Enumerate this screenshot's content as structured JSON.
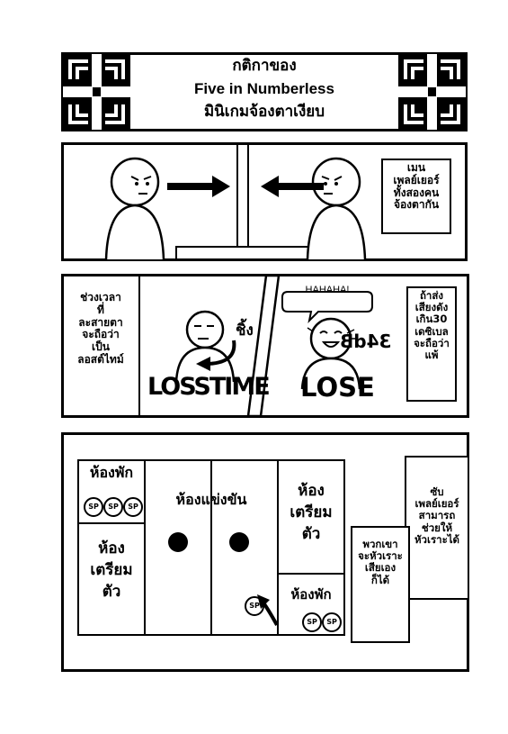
{
  "title": {
    "line1": "กติกาของ",
    "line2": "Five in Numberless",
    "line3": "มินิเกมจ้องตาเงียบ"
  },
  "panel1": {
    "caption": "เมน\nเพลย์เยอร์\nทั้งสองคน\nจ้องตากัน"
  },
  "panel2": {
    "left_caption": "ช่วงเวลา\nที่\nละสายตา\nจะถือว่า\nเป็น\nลอสต์ไทม์",
    "sfx": "ชิ้ง",
    "losstime_label": "LOSSTIME",
    "speech": "HAHAHA!",
    "sound_level": "34dB",
    "lose_label": "LOSE",
    "right_caption": "ถ้าส่ง\nเสียงดัง\nเกิน30\nเดซิเบล\nจะถือว่า\nแพ้"
  },
  "panel3": {
    "rest_room_top": "ห้องพัก",
    "prep_room_left": "ห้อง\nเตรียม\nตัว",
    "competition_room": "ห้องแข่งขัน",
    "prep_room_right": "ห้อง\nเตรียม\nตัว",
    "rest_room_bottom": "ห้องพัก",
    "sp_label": "SP",
    "caption_right": "ซับ\nเพลย์เยอร์\nสามารถ\nช่วยให้\nหัวเราะได้",
    "caption_left": "พวกเขา\nจะหัวเราะ\nเสียเอง\nก็ได้"
  }
}
